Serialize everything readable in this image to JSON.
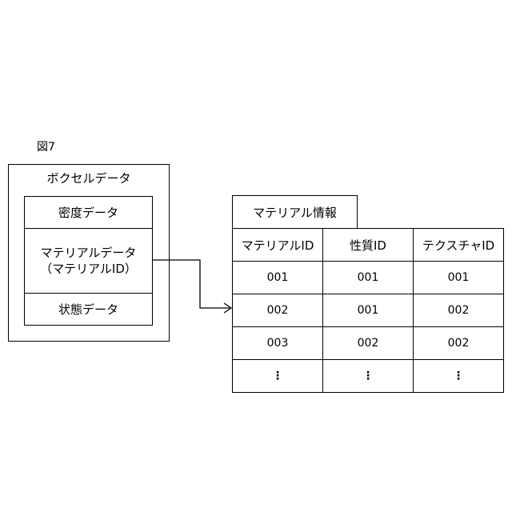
{
  "figure_label": "図7",
  "voxel": {
    "title": "ボクセルデータ",
    "fields": {
      "density": "密度データ",
      "material_line1": "マテリアルデータ",
      "material_line2": "（マテリアルID）",
      "state": "状態データ"
    }
  },
  "material_info": {
    "title": "マテリアル情報",
    "headers": [
      "マテリアルID",
      "性質ID",
      "テクスチャID"
    ],
    "rows": [
      [
        "001",
        "001",
        "001"
      ],
      [
        "002",
        "001",
        "002"
      ],
      [
        "003",
        "002",
        "002"
      ]
    ],
    "ellipsis": "⋮"
  }
}
